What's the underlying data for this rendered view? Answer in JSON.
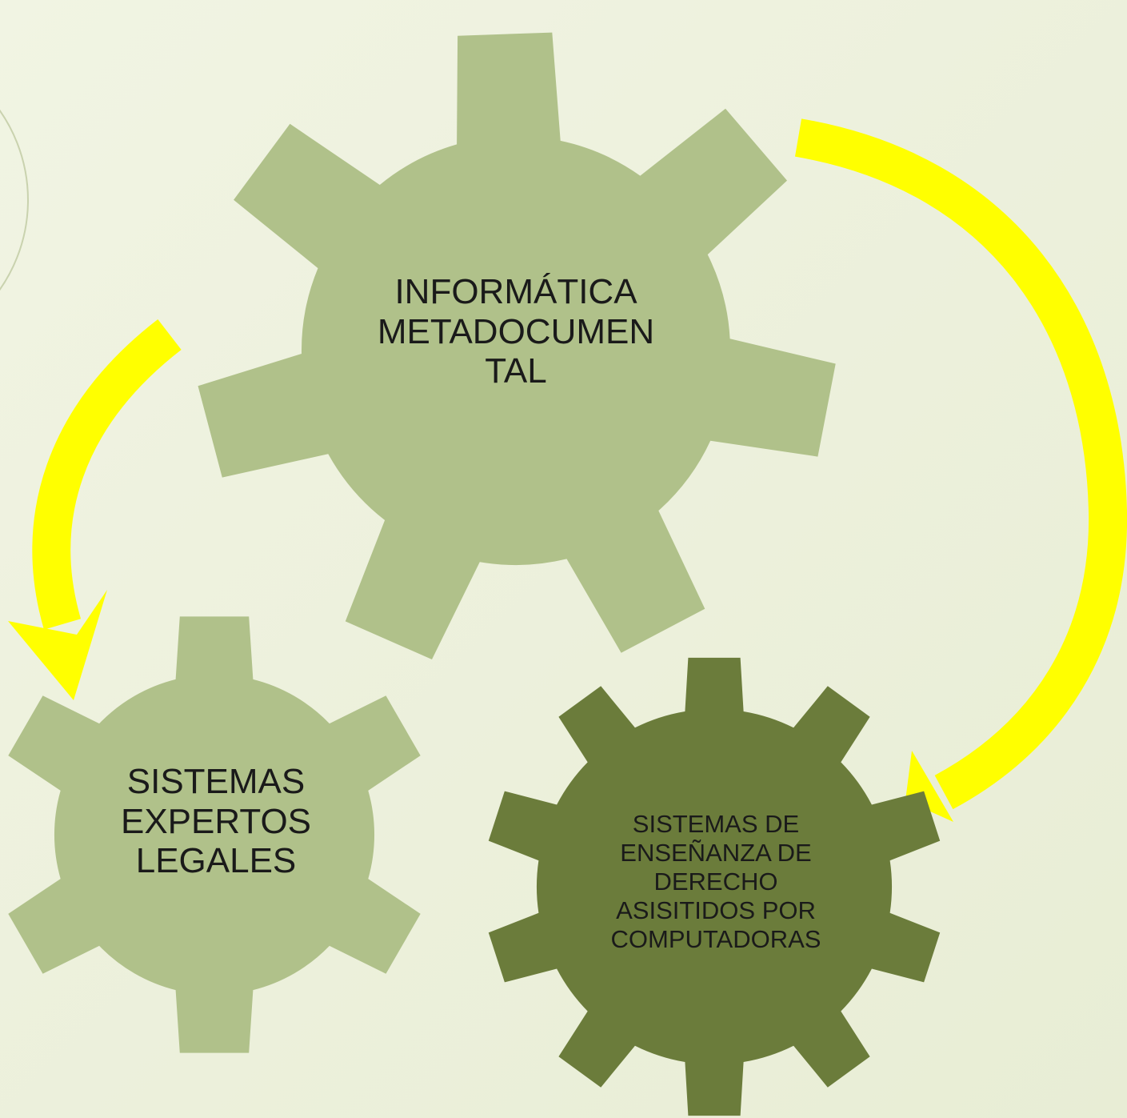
{
  "diagram": {
    "colors": {
      "background": "#ecf0dc",
      "gear_light": "#b0c18a",
      "gear_dark": "#6b7c3b",
      "arrow": "#ffff00",
      "deco_circle": "#c9d2ae"
    },
    "gears": [
      {
        "name": "informatica-metadocumental",
        "lines": [
          "INFORMÁTICA",
          "METADOCUMEN",
          "TAL"
        ]
      },
      {
        "name": "sistemas-expertos-legales",
        "lines": [
          "SISTEMAS",
          "EXPERTOS",
          "LEGALES"
        ]
      },
      {
        "name": "sistemas-ensenanza-derecho",
        "lines": [
          "SISTEMAS DE",
          "ENSEÑANZA DE",
          "DERECHO",
          "ASISITIDOS POR",
          "COMPUTADORAS"
        ]
      }
    ]
  }
}
